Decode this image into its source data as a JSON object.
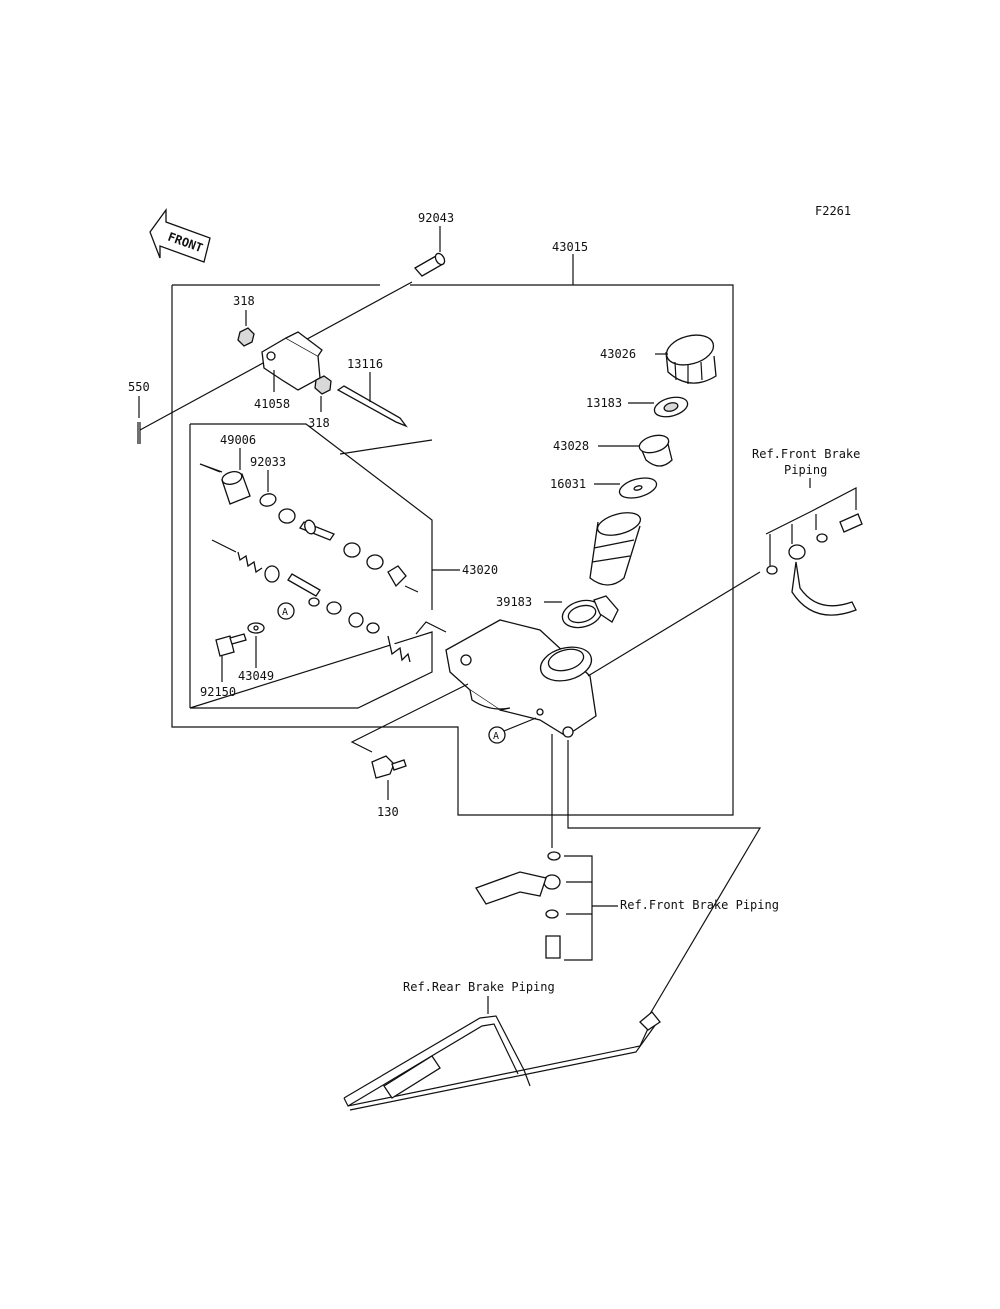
{
  "figure_code": "F2261",
  "front_label": "FRONT",
  "callout_marker": "A",
  "part_numbers": {
    "p92043": "92043",
    "p43015": "43015",
    "p318a": "318",
    "p318b": "318",
    "p550": "550",
    "p41058": "41058",
    "p13116": "13116",
    "p43026": "43026",
    "p13183": "13183",
    "p43028": "43028",
    "p16031": "16031",
    "p49006": "49006",
    "p92033": "92033",
    "p43020": "43020",
    "p39183": "39183",
    "p43049": "43049",
    "p92150": "92150",
    "p130": "130"
  },
  "references": {
    "front_brake_piping_top_line1": "Ref.Front Brake",
    "front_brake_piping_top_line2": "Piping",
    "front_brake_piping_bottom": "Ref.Front Brake Piping",
    "rear_brake_piping": "Ref.Rear Brake Piping"
  }
}
